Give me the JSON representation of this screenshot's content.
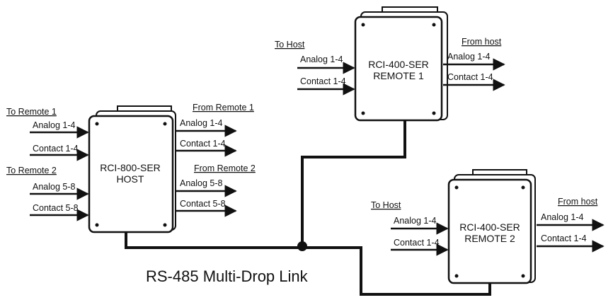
{
  "host": {
    "name": "RCI-800-SER",
    "role": "HOST",
    "left_header_1": "To Remote 1",
    "left_inputs_1": [
      "Analog 1-4",
      "Contact 1-4"
    ],
    "left_header_2": "To Remote 2",
    "left_inputs_2": [
      "Analog 5-8",
      "Contact 5-8"
    ],
    "right_header_1": "From Remote 1",
    "right_outputs_1": [
      "Analog 1-4",
      "Contact 1-4"
    ],
    "right_header_2": "From Remote 2",
    "right_outputs_2": [
      "Analog 5-8",
      "Contact 5-8"
    ]
  },
  "remote1": {
    "name": "RCI-400-SER",
    "role": "REMOTE 1",
    "in_header": "To Host",
    "inputs": [
      "Analog 1-4",
      "Contact 1-4"
    ],
    "out_header": "From host",
    "outputs": [
      "Analog 1-4",
      "Contact 1-4"
    ]
  },
  "remote2": {
    "name": "RCI-400-SER",
    "role": "REMOTE 2",
    "in_header": "To Host",
    "inputs": [
      "Analog 1-4",
      "Contact 1-4"
    ],
    "out_header": "From host",
    "outputs": [
      "Analog 1-4",
      "Contact 1-4"
    ]
  },
  "link": {
    "label": "RS-485 Multi-Drop Link"
  }
}
